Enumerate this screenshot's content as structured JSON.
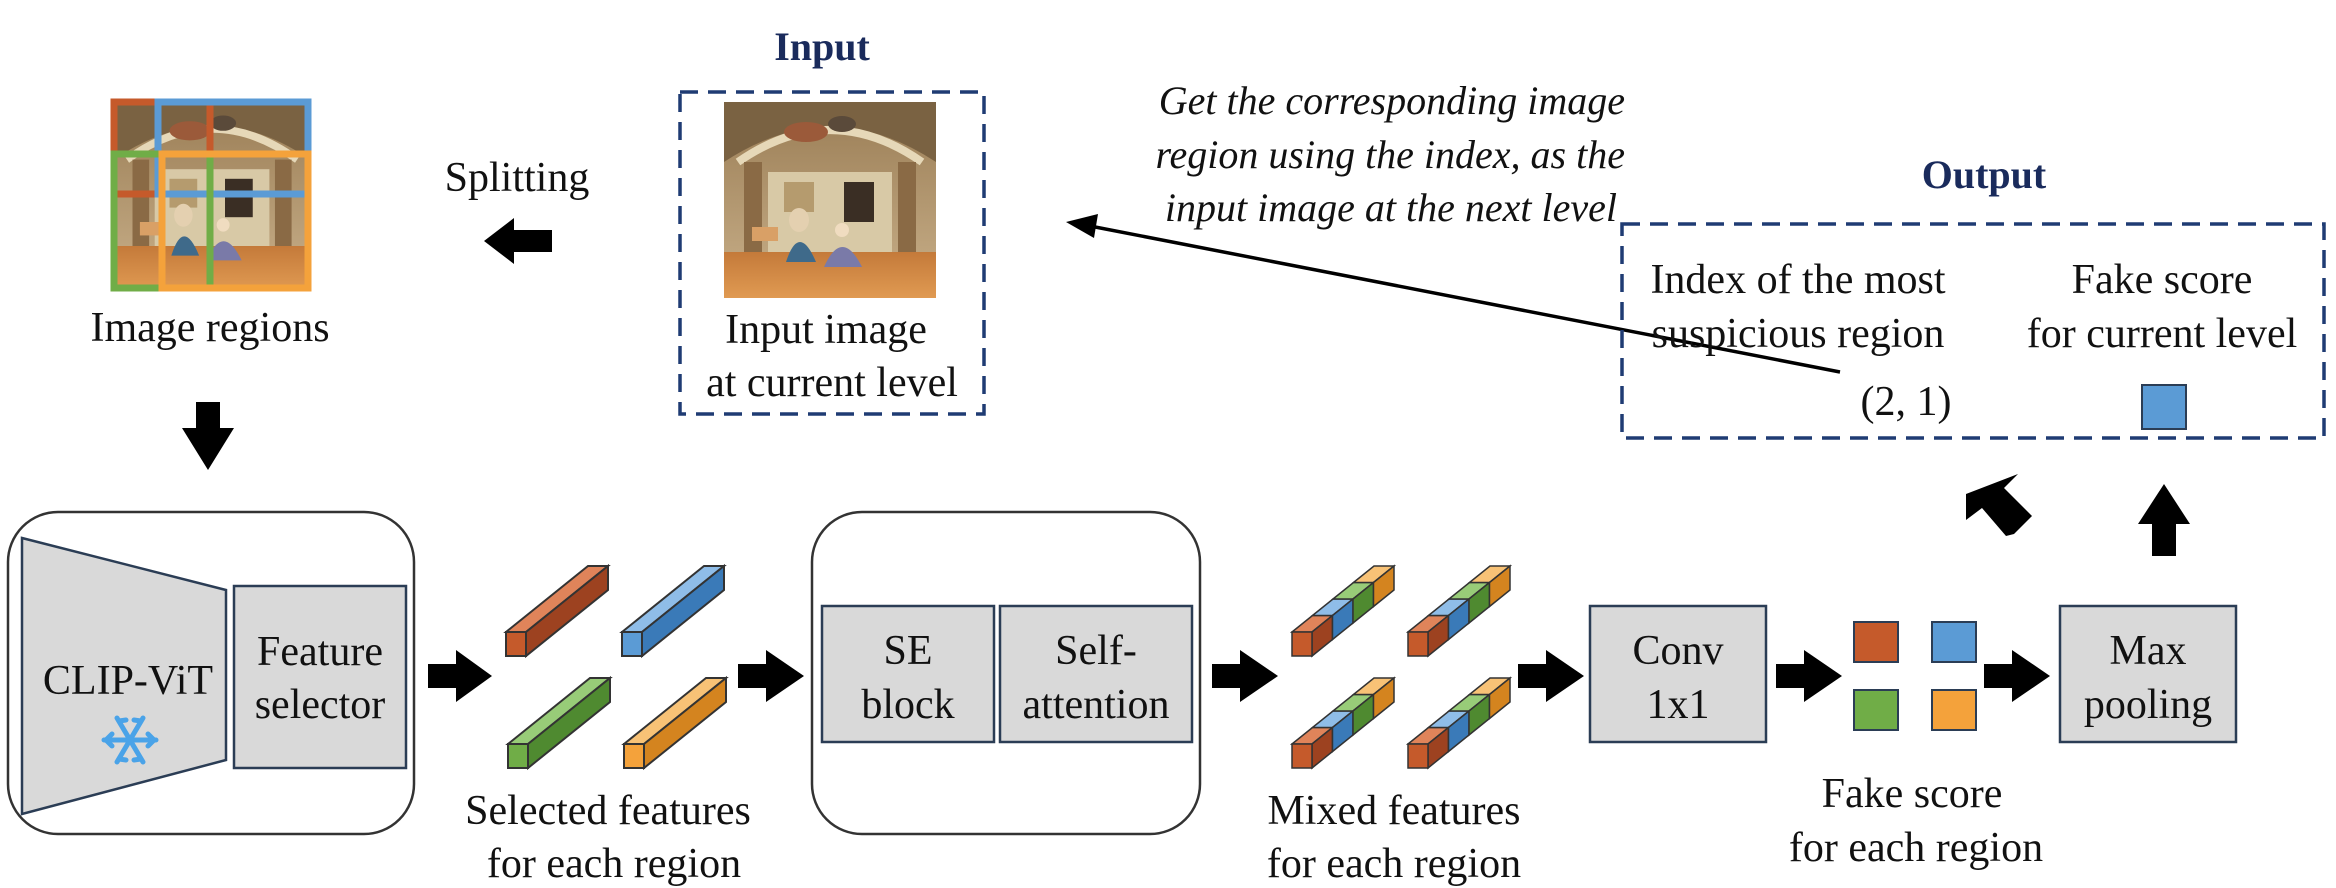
{
  "labels": {
    "input_heading": "Input",
    "output_heading": "Output",
    "input_image_line1": "Input image",
    "input_image_line2": "at current level",
    "splitting": "Splitting",
    "image_regions": "Image regions",
    "annotation_line1": "Get the corresponding image",
    "annotation_line2": "region using the index, as the",
    "annotation_line3": "input image at the next level",
    "index_line1": "Index of the most",
    "index_line2": "suspicious region",
    "index_value": "(2, 1)",
    "fake_score_line1": "Fake score",
    "fake_score_line2": "for current level",
    "clip_vit": "CLIP-ViT",
    "feature_selector_line1": "Feature",
    "feature_selector_line2": "selector",
    "selected_line1": "Selected features",
    "selected_line2": "for each region",
    "se_line1": "SE",
    "se_line2": "block",
    "self_attention_line1": "Self-",
    "self_attention_line2": "attention",
    "mixed_line1": "Mixed features",
    "mixed_line2": "for each region",
    "conv_line1": "Conv",
    "conv_line2": "1x1",
    "fake_each_line1": "Fake score",
    "fake_each_line2": "for each region",
    "maxpool_line1": "Max",
    "maxpool_line2": "pooling"
  },
  "icons": {
    "frozen": "snowflake-icon"
  },
  "colors": {
    "region_orange_red": "#c55a2b",
    "region_blue": "#5b9bd5",
    "region_green": "#70ad47",
    "region_orange": "#f4a23b",
    "heading_navy": "#1a2b5c",
    "dashed_border": "#1f3b73",
    "block_fill": "#d9d9d9"
  }
}
